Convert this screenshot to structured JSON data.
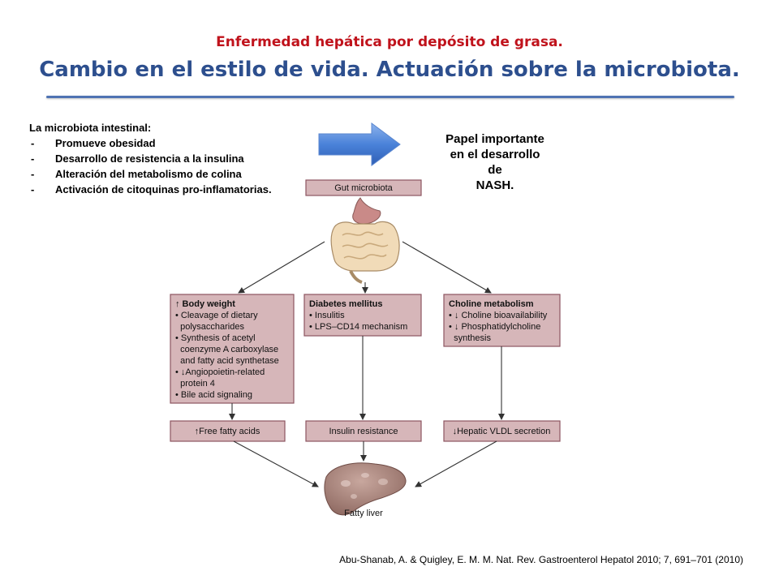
{
  "title": {
    "line1": "Enfermedad hepática por depósito de grasa.",
    "line2": "Cambio en el estilo de vida.  Actuación sobre la microbiota."
  },
  "intro": {
    "heading": "La microbiota intestinal:",
    "items": [
      "Promueve obesidad",
      "Desarrollo de resistencia a la insulina",
      "Alteración del metabolismo de colina",
      "Activación de citoquinas pro-inflamatorias."
    ]
  },
  "callout": {
    "lines": [
      "Papel importante",
      "en el desarrollo",
      "de",
      "NASH."
    ]
  },
  "diagram": {
    "top_box": "Gut microbiota",
    "left": {
      "head": "↑ Body weight",
      "lines": [
        "• Cleavage of dietary",
        "  polysaccharides",
        "• Synthesis of acetyl",
        "  coenzyme A carboxylase",
        "  and fatty acid synthetase",
        "• ↓Angiopoietin-related",
        "  protein 4",
        "• Bile acid signaling"
      ],
      "result": "↑Free fatty acids"
    },
    "middle": {
      "head": "Diabetes mellitus",
      "lines": [
        "• Insulitis",
        "• LPS–CD14 mechanism"
      ],
      "result": "Insulin resistance"
    },
    "right": {
      "head": "Choline metabolism",
      "lines": [
        "• ↓ Choline bioavailability",
        "• ↓ Phosphatidylcholine",
        "  synthesis"
      ],
      "result": "↓Hepatic VLDL secretion"
    },
    "liver_label": "Fatty liver"
  },
  "colors": {
    "title_red": "#c0131c",
    "title_blue": "#2d4f8e",
    "box_fill": "#d6b6b9",
    "box_stroke": "#8c5560",
    "arrow_blue": "#3f77d4"
  },
  "citation": "Abu-Shanab, A. & Quigley, E. M. M. Nat. Rev. Gastroenterol Hepatol 2010; 7, 691–701 (2010)"
}
